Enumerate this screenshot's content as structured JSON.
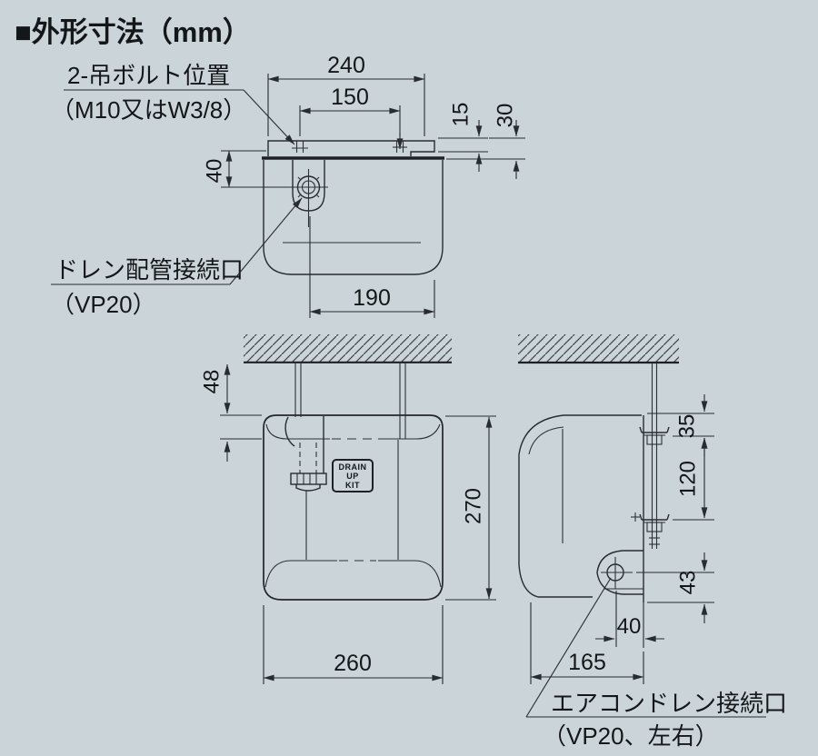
{
  "title": "■外形寸法（mm）",
  "colors": {
    "background": "#cbd4d9",
    "line": "#272c31",
    "text": "#14171a"
  },
  "labels": {
    "hanging_bolt": {
      "line1": "2-吊ボルト位置",
      "line2": "（M10又はW3/8）"
    },
    "drain_pipe": {
      "line1": "ドレン配管接続口",
      "line2": "（VP20）"
    },
    "ac_drain": {
      "line1": "エアコンドレン接続口",
      "line2": "（VP20、左右）"
    },
    "kit_badge": {
      "line1": "DRAIN",
      "line2": "UP",
      "line3": "KIT"
    }
  },
  "dimensions_mm": {
    "top_view": {
      "overall_width": "240",
      "bolt_pitch": "150",
      "step": "15",
      "bracket_offset": "30",
      "port_offset": "40",
      "port_to_edge": "190"
    },
    "front_view": {
      "ceiling_clearance": "48",
      "body_height": "270",
      "body_width": "260"
    },
    "side_view": {
      "bracket_top_to_nut": "35",
      "nut_pitch": "120",
      "port_to_bottom": "43",
      "port_to_plate": "40",
      "depth": "165"
    }
  }
}
